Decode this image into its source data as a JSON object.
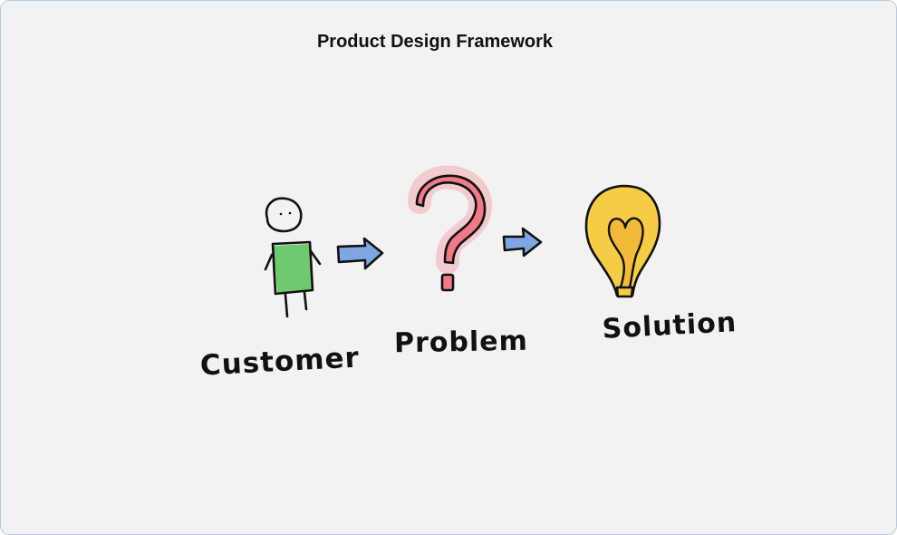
{
  "title": "Product Design Framework",
  "steps": [
    {
      "label": "Customer",
      "icon": "stick-figure-icon"
    },
    {
      "label": "Problem",
      "icon": "question-mark-icon"
    },
    {
      "label": "Solution",
      "icon": "lightbulb-icon"
    }
  ],
  "colors": {
    "figure_body": "#5cc35c",
    "question_mark": "#f07a86",
    "bulb": "#f5cc45",
    "arrow": "#7ea6e0",
    "ink": "#111111"
  }
}
